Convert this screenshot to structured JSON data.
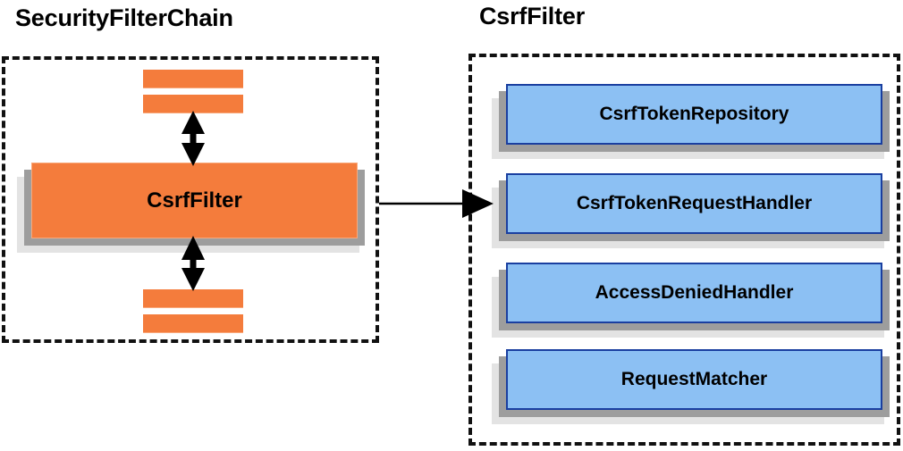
{
  "diagram": {
    "type": "component-relationship-diagram",
    "background_color": "#ffffff",
    "panels": [
      {
        "id": "security-filter-chain",
        "title": "SecurityFilterChain",
        "border_style": "dashed",
        "border_color": "#111111",
        "members": [
          {
            "id": "stub-top-1",
            "label": "",
            "shape": "bar",
            "color": "#f47c3c"
          },
          {
            "id": "stub-top-2",
            "label": "",
            "shape": "bar",
            "color": "#f47c3c"
          },
          {
            "id": "csrf-filter",
            "label": "CsrfFilter",
            "shape": "box",
            "color": "#f47c3c"
          },
          {
            "id": "stub-bottom-1",
            "label": "",
            "shape": "bar",
            "color": "#f47c3c"
          },
          {
            "id": "stub-bottom-2",
            "label": "",
            "shape": "bar",
            "color": "#f47c3c"
          }
        ]
      },
      {
        "id": "csrf-filter-detail",
        "title": "CsrfFilter",
        "border_style": "dashed",
        "border_color": "#111111",
        "members": [
          {
            "id": "csrf-token-repository",
            "label": "CsrfTokenRepository",
            "shape": "box",
            "color": "#8cc0f3"
          },
          {
            "id": "csrf-token-request-handler",
            "label": "CsrfTokenRequestHandler",
            "shape": "box",
            "color": "#8cc0f3"
          },
          {
            "id": "access-denied-handler",
            "label": "AccessDeniedHandler",
            "shape": "box",
            "color": "#8cc0f3"
          },
          {
            "id": "request-matcher",
            "label": "RequestMatcher",
            "shape": "box",
            "color": "#8cc0f3"
          }
        ]
      }
    ],
    "connectors": [
      {
        "id": "chain-up-arrow",
        "style": "double-headed-vertical",
        "from": "stub-top-2",
        "to": "csrf-filter"
      },
      {
        "id": "chain-down-arrow",
        "style": "double-headed-vertical",
        "from": "csrf-filter",
        "to": "stub-bottom-1"
      },
      {
        "id": "expansion-arrow",
        "style": "single-headed-horizontal",
        "from": "csrf-filter",
        "to": "csrf-filter-detail"
      }
    ],
    "colors": {
      "orange_fill": "#f47c3c",
      "orange_border": "#f9a87a",
      "blue_fill": "#8cc0f3",
      "blue_border": "#1a3fa0",
      "shadow_dark": "#9d9d9d",
      "shadow_light": "#e3e3e3",
      "text": "#000000"
    }
  }
}
